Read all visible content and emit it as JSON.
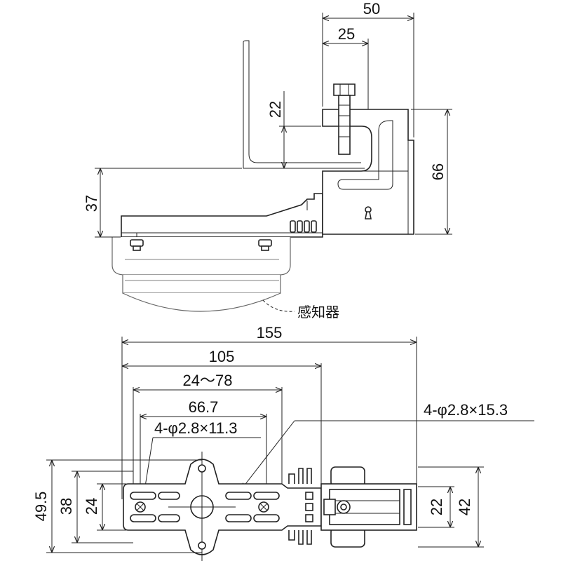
{
  "top_view": {
    "dim_width_total": "50",
    "dim_width_bolt": "25",
    "dim_bolt_height": "22",
    "dim_clamp_height": "66",
    "dim_base_height": "37",
    "sensor_label": "感知器"
  },
  "bottom_view": {
    "dim_overall_length": "155",
    "dim_plate_length": "105",
    "dim_adjust_range": "24～78",
    "dim_hole_pitch": "66.7",
    "hole_spec_plate": "4-φ2.8×11.3",
    "hole_spec_clamp": "4-φ2.8×15.3",
    "dim_height_outer": "49.5",
    "dim_height_mid": "38",
    "dim_height_inner": "24",
    "dim_clamp_inner": "22",
    "dim_clamp_outer": "42"
  }
}
